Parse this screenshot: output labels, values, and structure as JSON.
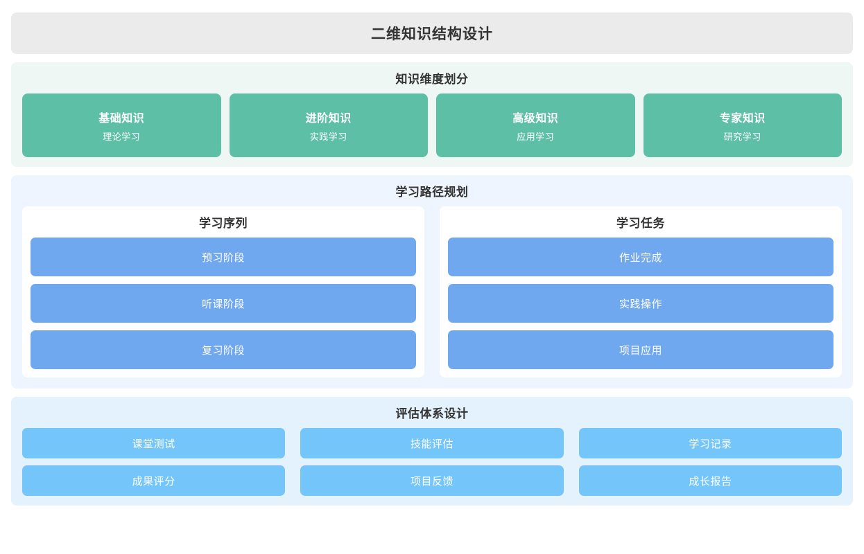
{
  "page": {
    "title": "二维知识结构设计",
    "background": "#ffffff",
    "title_bar_color": "#ebebeb"
  },
  "dimension_section": {
    "title": "知识维度划分",
    "background": "#eef7f4",
    "card_color": "#5cbfa6",
    "cards": [
      {
        "title": "基础知识",
        "subtitle": "理论学习"
      },
      {
        "title": "进阶知识",
        "subtitle": "实践学习"
      },
      {
        "title": "高级知识",
        "subtitle": "应用学习"
      },
      {
        "title": "专家知识",
        "subtitle": "研究学习"
      }
    ]
  },
  "path_section": {
    "title": "学习路径规划",
    "background": "#eff5fe",
    "card_color": "#70a8f0",
    "columns": [
      {
        "title": "学习序列",
        "items": [
          {
            "label": "预习阶段"
          },
          {
            "label": "听课阶段"
          },
          {
            "label": "复习阶段"
          }
        ]
      },
      {
        "title": "学习任务",
        "items": [
          {
            "label": "作业完成"
          },
          {
            "label": "实践操作"
          },
          {
            "label": "项目应用"
          }
        ]
      }
    ]
  },
  "eval_section": {
    "title": "评估体系设计",
    "background": "#e3f2fc",
    "card_color": "#74c6fa",
    "items": [
      {
        "label": "课堂测试"
      },
      {
        "label": "技能评估"
      },
      {
        "label": "学习记录"
      },
      {
        "label": "成果评分"
      },
      {
        "label": "项目反馈"
      },
      {
        "label": "成长报告"
      }
    ]
  }
}
